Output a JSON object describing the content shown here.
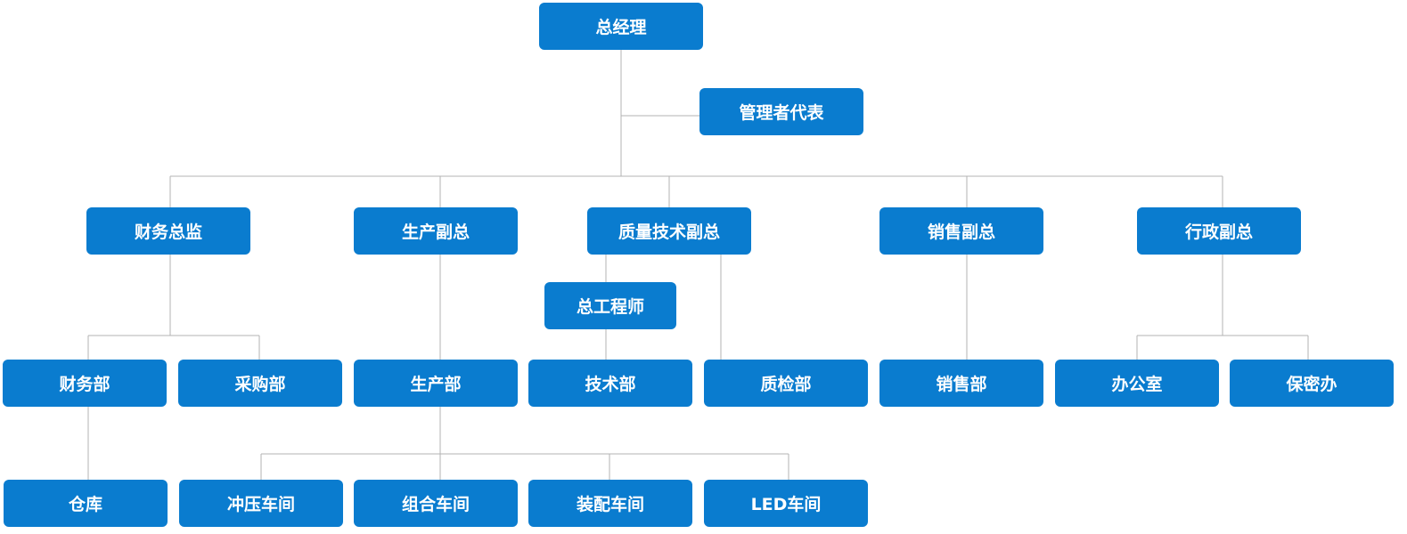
{
  "org_chart": {
    "general_manager": "总经理",
    "management_representative": "管理者代表",
    "vice_heads": {
      "finance_director": "财务总监",
      "production_vp": "生产副总",
      "quality_tech_vp": "质量技术副总",
      "sales_vp": "销售副总",
      "admin_vp": "行政副总"
    },
    "chief_engineer": "总工程师",
    "departments": {
      "finance": "财务部",
      "purchasing": "采购部",
      "production": "生产部",
      "technology": "技术部",
      "quality_inspection": "质检部",
      "sales": "销售部",
      "office": "办公室",
      "security": "保密办"
    },
    "units": {
      "warehouse": "仓库",
      "stamping_workshop": "冲压车间",
      "assembly_workshop": "组合车间",
      "fitting_workshop": "装配车间",
      "led_workshop": "LED车间"
    }
  },
  "colors": {
    "node_fill": "#0a7ccf",
    "node_text": "#ffffff",
    "connector": "#b3b3b3",
    "background": "#ffffff"
  }
}
